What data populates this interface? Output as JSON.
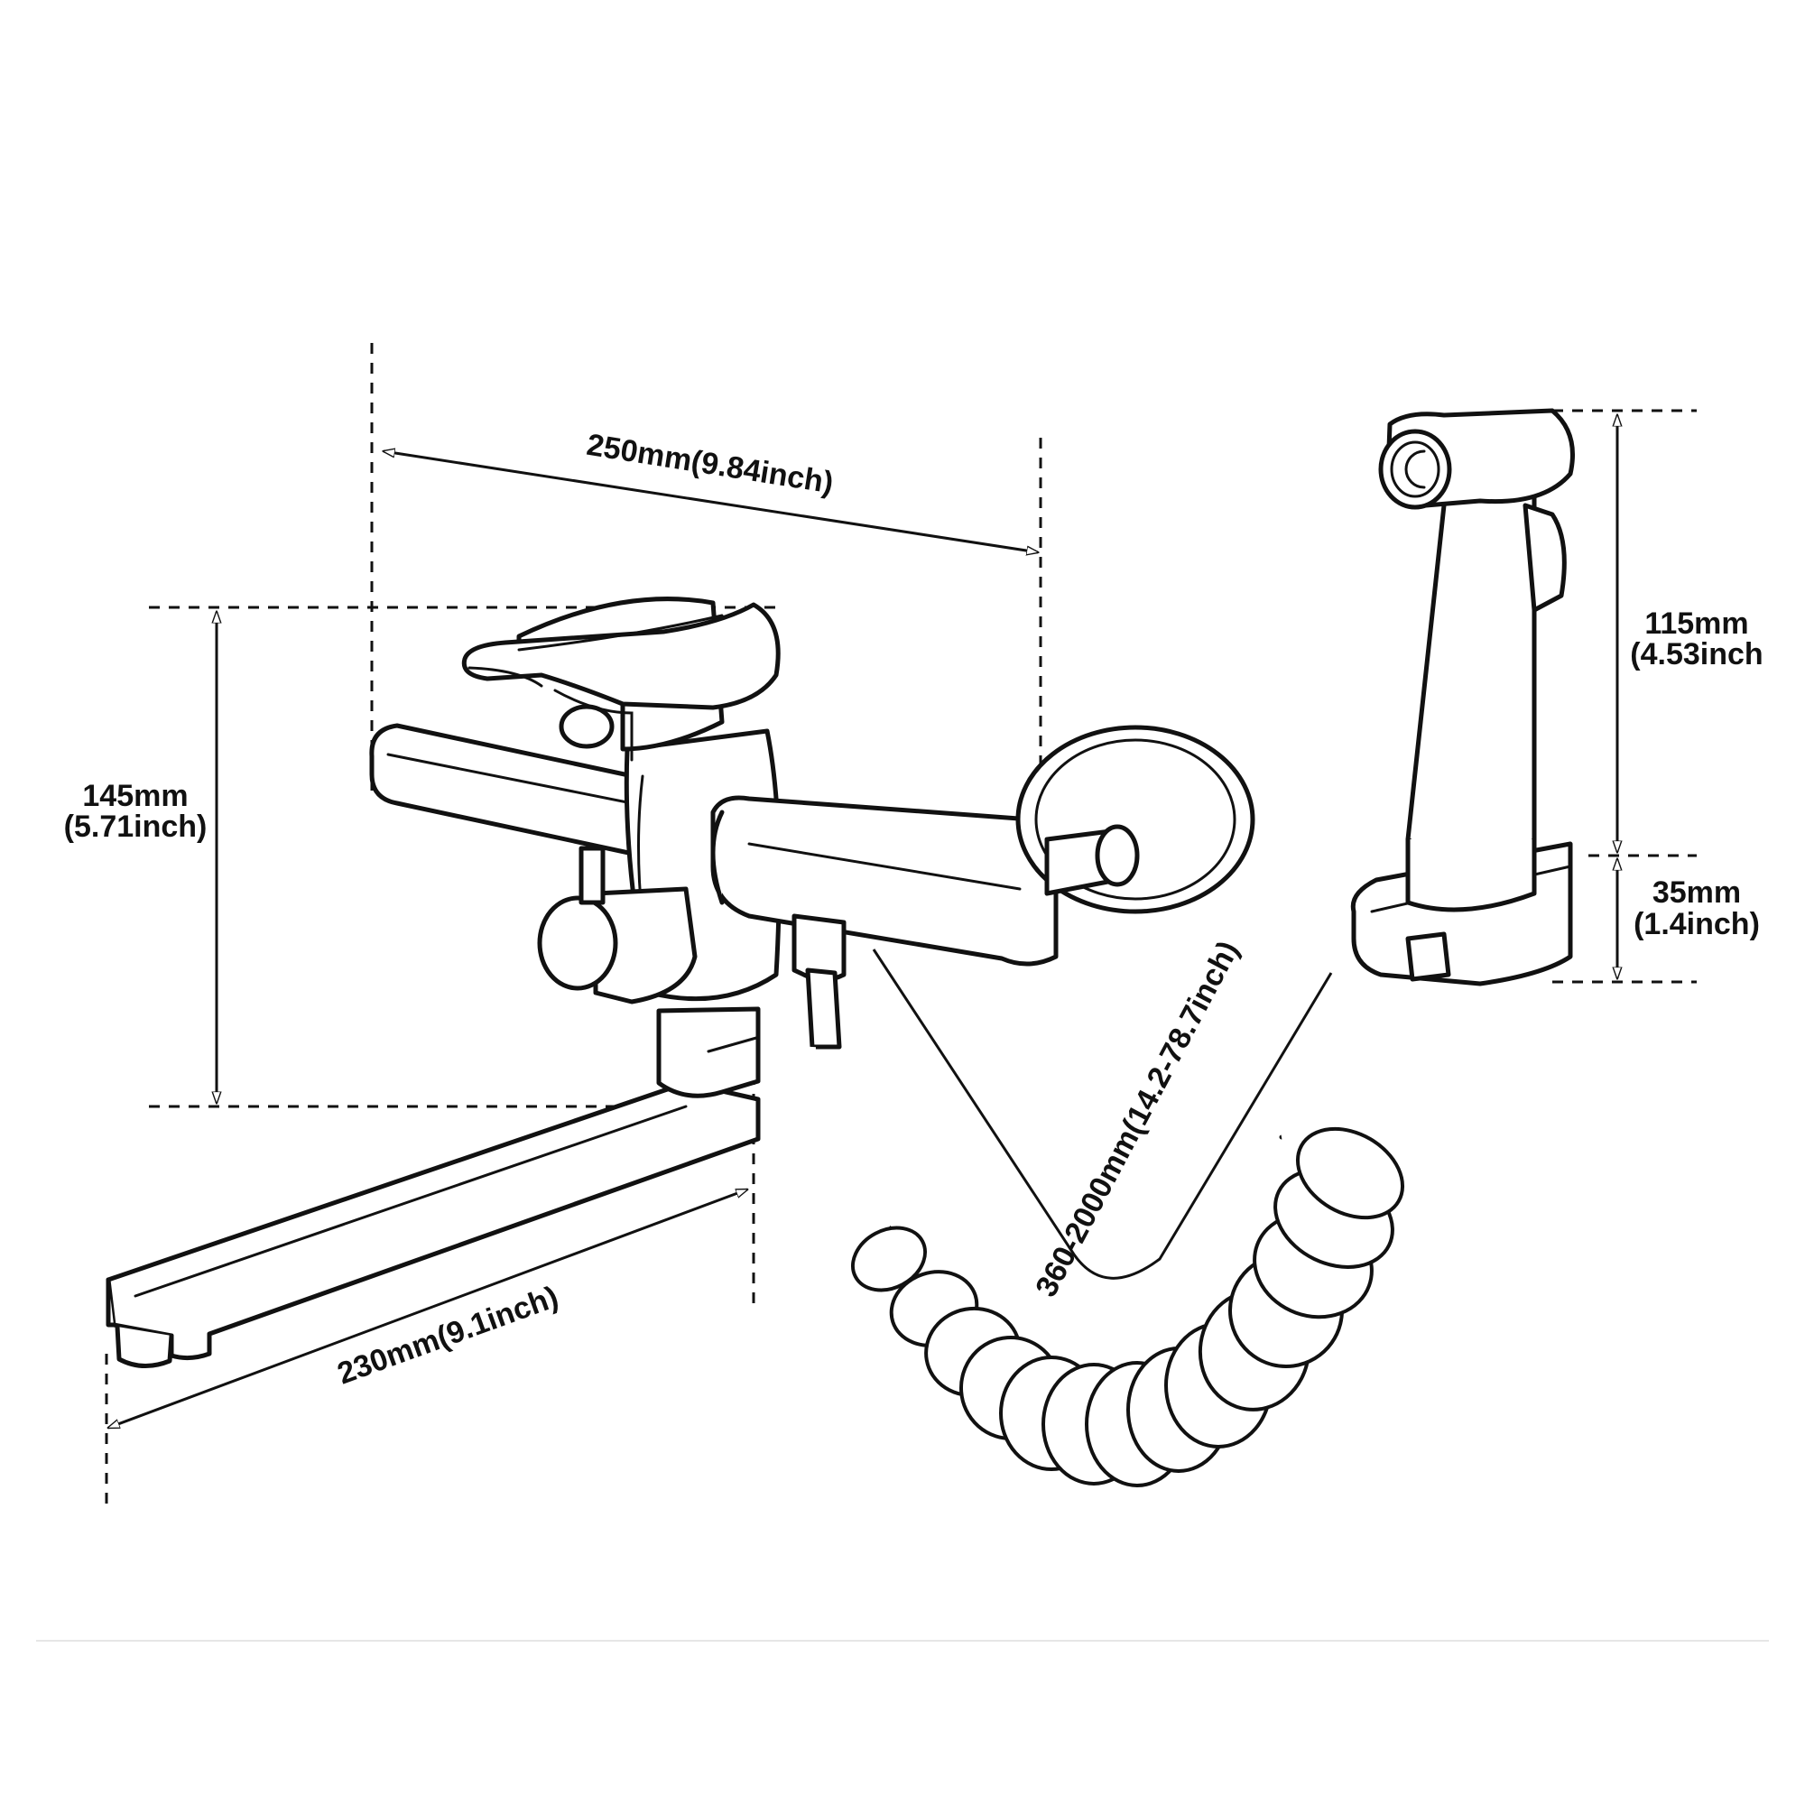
{
  "dimensions": {
    "width_top": "250mm(9.84inch)",
    "height_left_mm": "145mm",
    "height_left_inch": "(5.71inch)",
    "spout_length": "230mm(9.1inch)",
    "sprayer_height_mm": "115mm",
    "sprayer_height_inch": "(4.53inch",
    "holder_height_mm": "35mm",
    "holder_height_inch": "(1.4inch)",
    "hose_length": "360-2000mm(14.2-78.7inch)"
  },
  "colors": {
    "ink": "#111111",
    "background": "#ffffff"
  },
  "icons": [
    "faucet-body",
    "spout",
    "hand-sprayer",
    "spiral-hose",
    "wall-flange"
  ]
}
